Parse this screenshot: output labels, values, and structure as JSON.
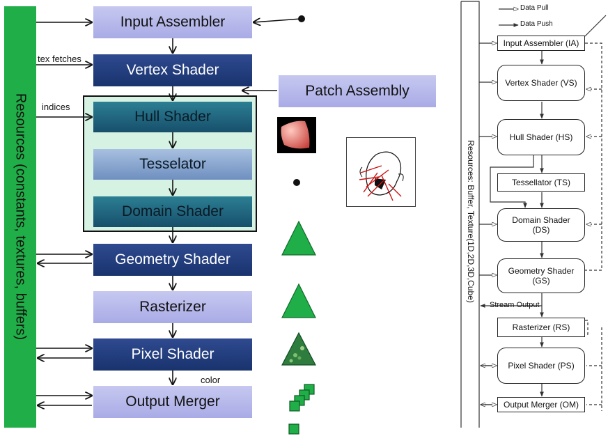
{
  "left": {
    "resources": "Resources (constants, textures, buffers)",
    "stages": {
      "input_assembler": "Input Assembler",
      "vertex_shader": "Vertex Shader",
      "hull_shader": "Hull Shader",
      "tesselator": "Tesselator",
      "domain_shader": "Domain Shader",
      "geometry_shader": "Geometry Shader",
      "rasterizer": "Rasterizer",
      "pixel_shader": "Pixel Shader",
      "output_merger": "Output Merger"
    },
    "patch_assembly": "Patch Assembly",
    "labels": {
      "tex_fetches": "tex fetches",
      "indices": "indices",
      "color": "color"
    }
  },
  "right": {
    "legend": {
      "pull": "Data Pull",
      "push": "Data Push"
    },
    "resources": "Resources: Buffer, Texture(1D,2D,3D,Cube)",
    "stream_output": "Stream Output",
    "stages": {
      "ia": "Input Assembler (IA)",
      "vs": "Vertex Shader (VS)",
      "hs": "Hull Shader (HS)",
      "ts": "Tessellator (TS)",
      "ds": "Domain Shader (DS)",
      "gs": "Geometry Shader (GS)",
      "rs": "Rasterizer (RS)",
      "ps": "Pixel Shader (PS)",
      "om": "Output Merger (OM)"
    }
  },
  "colors": {
    "resources": "#1fae47",
    "light_stage": "#b8baee",
    "dark_stage": "#1f3a78",
    "tess_group": "#d6f2e3",
    "primitive": "#1fae47"
  }
}
